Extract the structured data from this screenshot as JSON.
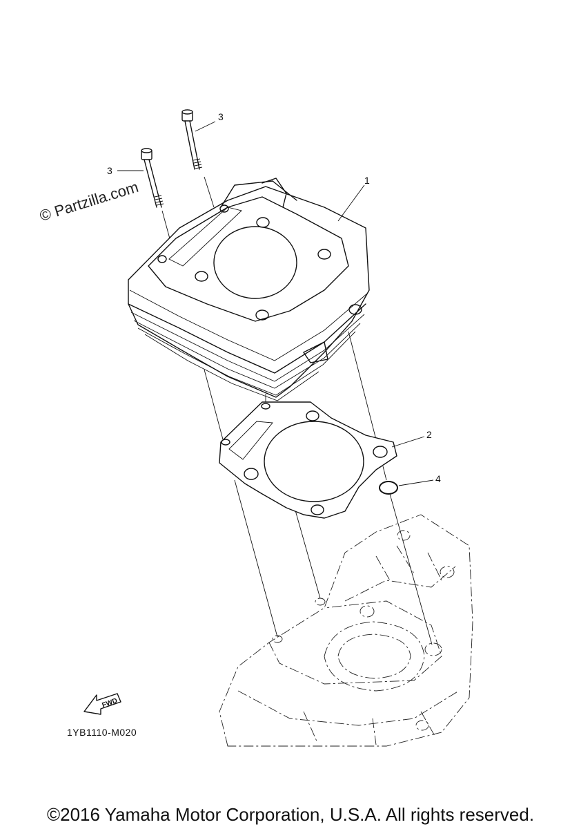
{
  "watermark": "© Partzilla.com",
  "callouts": {
    "c1": "1",
    "c2": "2",
    "c3a": "3",
    "c3b": "3",
    "c4": "4"
  },
  "fwd_label": "FWD",
  "diagram_code": "1YB1110-M020",
  "copyright": "©2016 Yamaha Motor Corporation, U.S.A. All rights reserved.",
  "parts": [
    {
      "ref": "1",
      "icon": "cylinder-icon"
    },
    {
      "ref": "2",
      "icon": "gasket-icon"
    },
    {
      "ref": "3",
      "icon": "bolt-icon"
    },
    {
      "ref": "4",
      "icon": "o-ring-icon"
    }
  ]
}
